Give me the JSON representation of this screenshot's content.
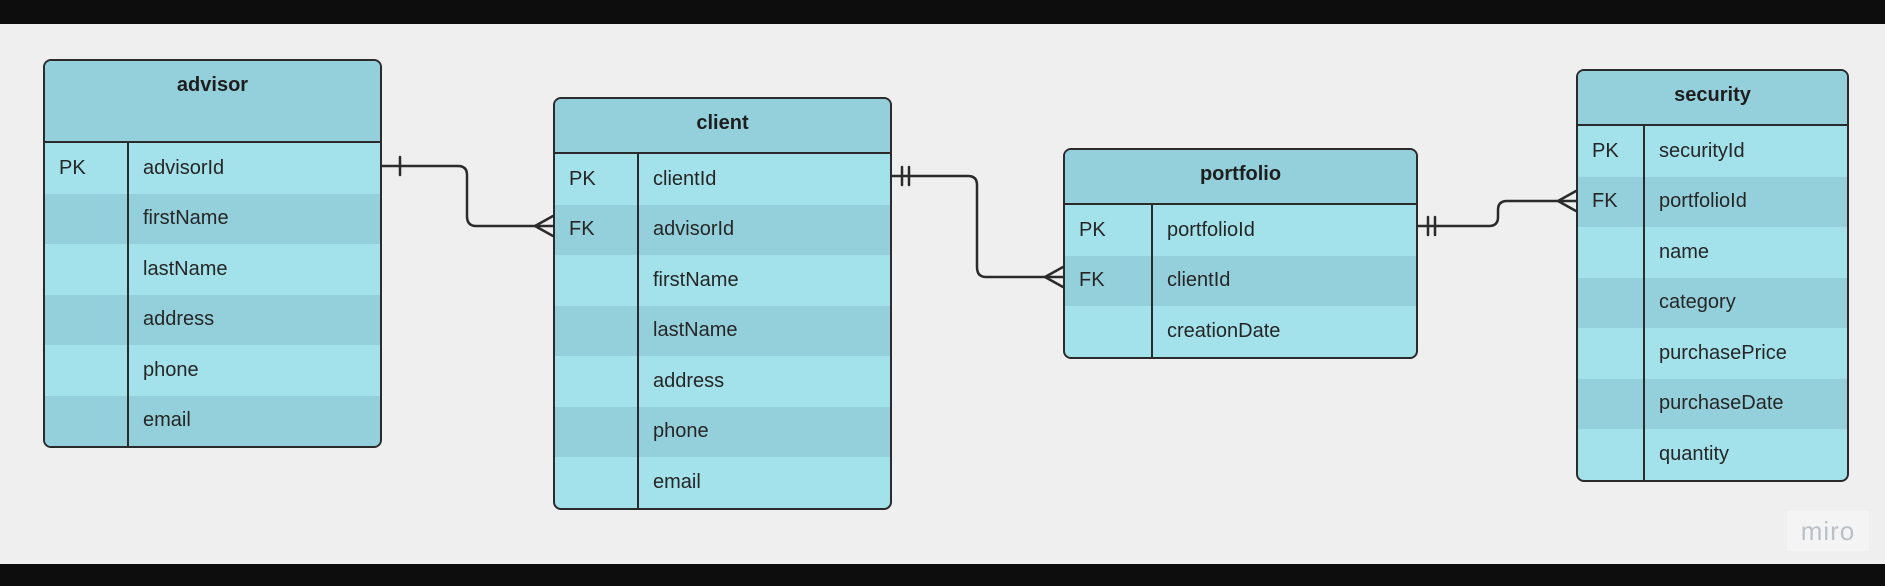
{
  "entities": {
    "advisor": {
      "name": "advisor",
      "rows": [
        {
          "key": "PK",
          "field": "advisorId"
        },
        {
          "key": "",
          "field": "firstName"
        },
        {
          "key": "",
          "field": "lastName"
        },
        {
          "key": "",
          "field": "address"
        },
        {
          "key": "",
          "field": "phone"
        },
        {
          "key": "",
          "field": "email"
        }
      ]
    },
    "client": {
      "name": "client",
      "rows": [
        {
          "key": "PK",
          "field": "clientId"
        },
        {
          "key": "FK",
          "field": "advisorId"
        },
        {
          "key": "",
          "field": "firstName"
        },
        {
          "key": "",
          "field": "lastName"
        },
        {
          "key": "",
          "field": "address"
        },
        {
          "key": "",
          "field": "phone"
        },
        {
          "key": "",
          "field": "email"
        }
      ]
    },
    "portfolio": {
      "name": "portfolio",
      "rows": [
        {
          "key": "PK",
          "field": "portfolioId"
        },
        {
          "key": "FK",
          "field": "clientId"
        },
        {
          "key": "",
          "field": "creationDate"
        }
      ]
    },
    "security": {
      "name": "security",
      "rows": [
        {
          "key": "PK",
          "field": "securityId"
        },
        {
          "key": "FK",
          "field": "portfolioId"
        },
        {
          "key": "",
          "field": "name"
        },
        {
          "key": "",
          "field": "category"
        },
        {
          "key": "",
          "field": "purchasePrice"
        },
        {
          "key": "",
          "field": "purchaseDate"
        },
        {
          "key": "",
          "field": "quantity"
        }
      ]
    }
  },
  "relationships": [
    {
      "from": "advisor",
      "to": "client",
      "from_cardinality": "one",
      "to_cardinality": "many"
    },
    {
      "from": "client",
      "to": "portfolio",
      "from_cardinality": "one-and-only-one",
      "to_cardinality": "many"
    },
    {
      "from": "portfolio",
      "to": "security",
      "from_cardinality": "one-and-only-one",
      "to_cardinality": "many"
    }
  ],
  "watermark": "miro",
  "colors": {
    "entity_fill": "#a3e2eb",
    "entity_fill_alt": "#94d0db",
    "stroke": "#2b2b2b",
    "canvas": "#efefef"
  }
}
